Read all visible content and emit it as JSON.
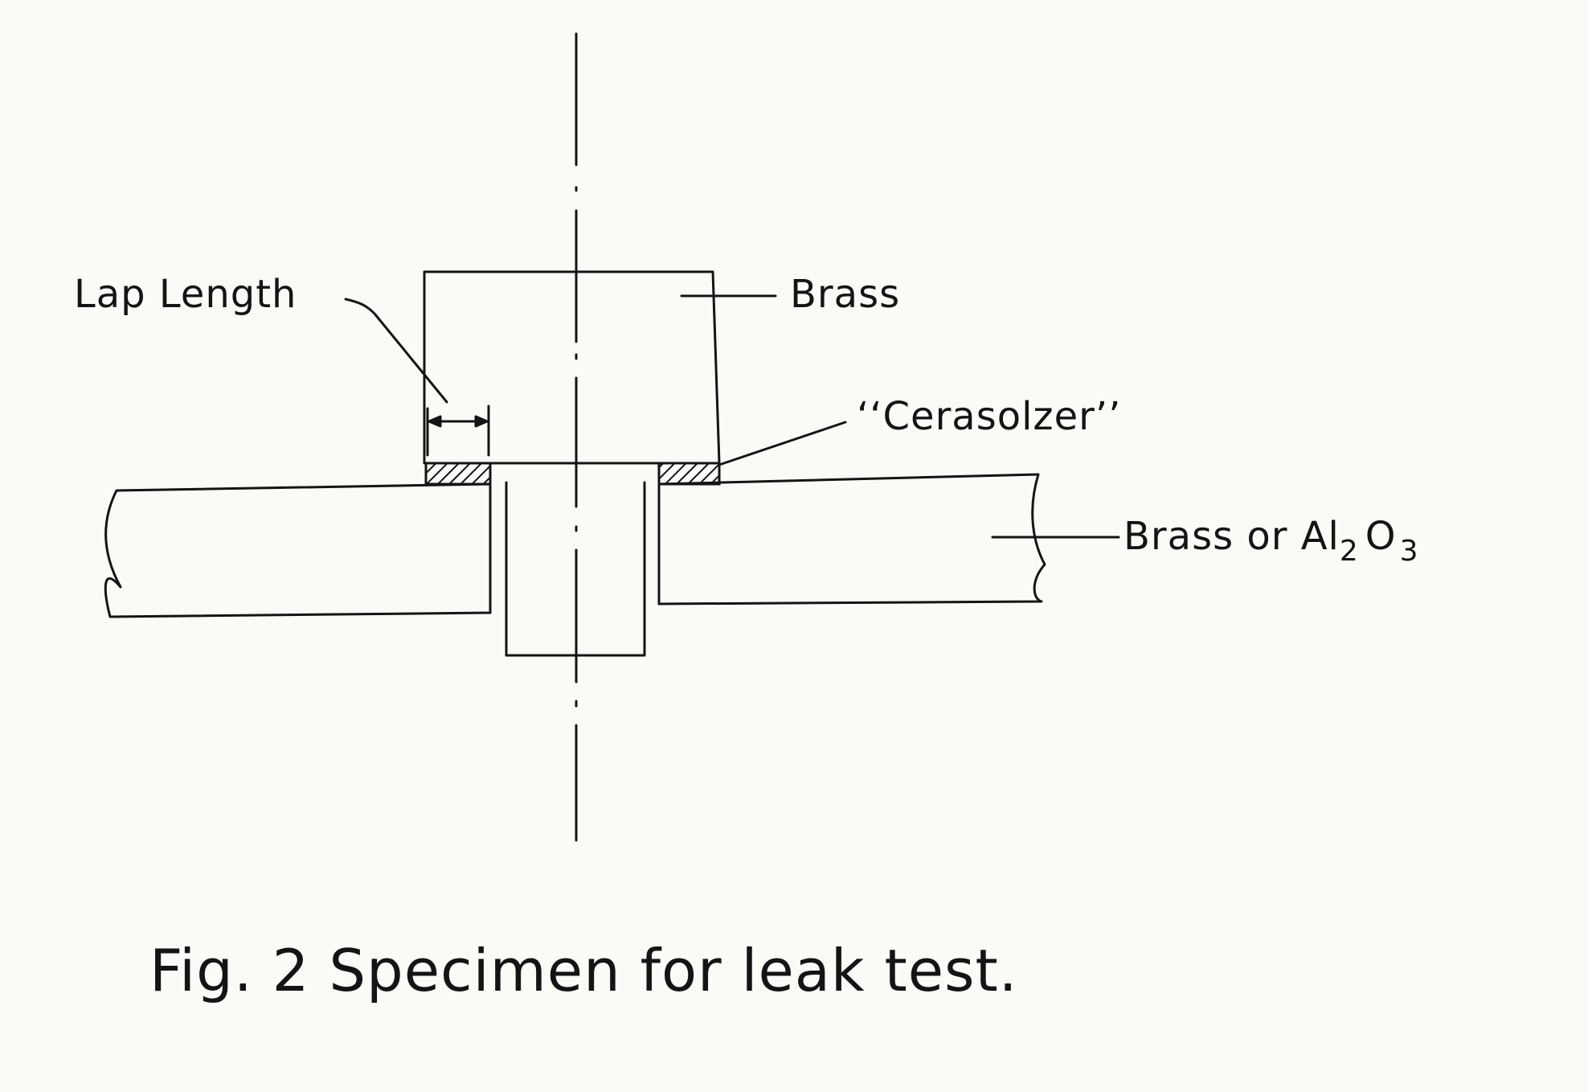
{
  "figure": {
    "labels": {
      "lap_length": "Lap Length",
      "brass_top": "Brass",
      "cerasolzer": "‘‘Cerasolzer’’",
      "brass_or_prefix": "Brass or Al",
      "sub_2": "2",
      "o_letter": "O",
      "sub_3": "3"
    },
    "caption": "Fig. 2  Specimen for leak test."
  }
}
